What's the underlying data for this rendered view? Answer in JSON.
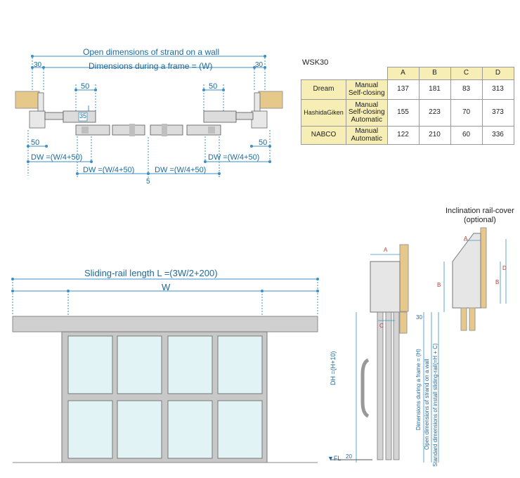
{
  "top_plan": {
    "overall_label": "Open dimensions of strand on a wall",
    "frame_label": "Dimensions during a frame = (W)",
    "dim_30": "30",
    "dim_50": "50",
    "dim_35": "35",
    "dim_5": "5",
    "dw_label": "DW =(W/4+50)"
  },
  "table": {
    "title": "WSK30",
    "columns": [
      "A",
      "B",
      "C",
      "D"
    ],
    "rows": [
      {
        "maker": "Dream",
        "type": "Manual\nSelf-closing",
        "values": [
          "137",
          "181",
          "83",
          "313"
        ]
      },
      {
        "maker": "HashidaGiken",
        "type": "Manual\nSelf-closing\nAutomatic",
        "values": [
          "155",
          "223",
          "70",
          "373"
        ]
      },
      {
        "maker": "NABCO",
        "type": "Manual\nAutomatic",
        "values": [
          "122",
          "210",
          "60",
          "336"
        ]
      }
    ]
  },
  "elevation": {
    "rail_label": "Sliding-rail length L =(3W/2+200)",
    "w_label": "W"
  },
  "section": {
    "rail_cover_title": "Inclination rail-cover\n(optional)",
    "label_a": "A",
    "label_b": "B",
    "label_c": "C",
    "label_d": "D",
    "dim_30": "30",
    "dim_20": "20",
    "dh_label": "DH =(H+10)",
    "frame_dim": "Dimensions during a frame = (H)",
    "wall_dim": "Open dimensions of strand on a wall",
    "rail_dim": "Standard dimensions of install sliding-rail(=H + C)",
    "fl_label": "▼FL"
  }
}
